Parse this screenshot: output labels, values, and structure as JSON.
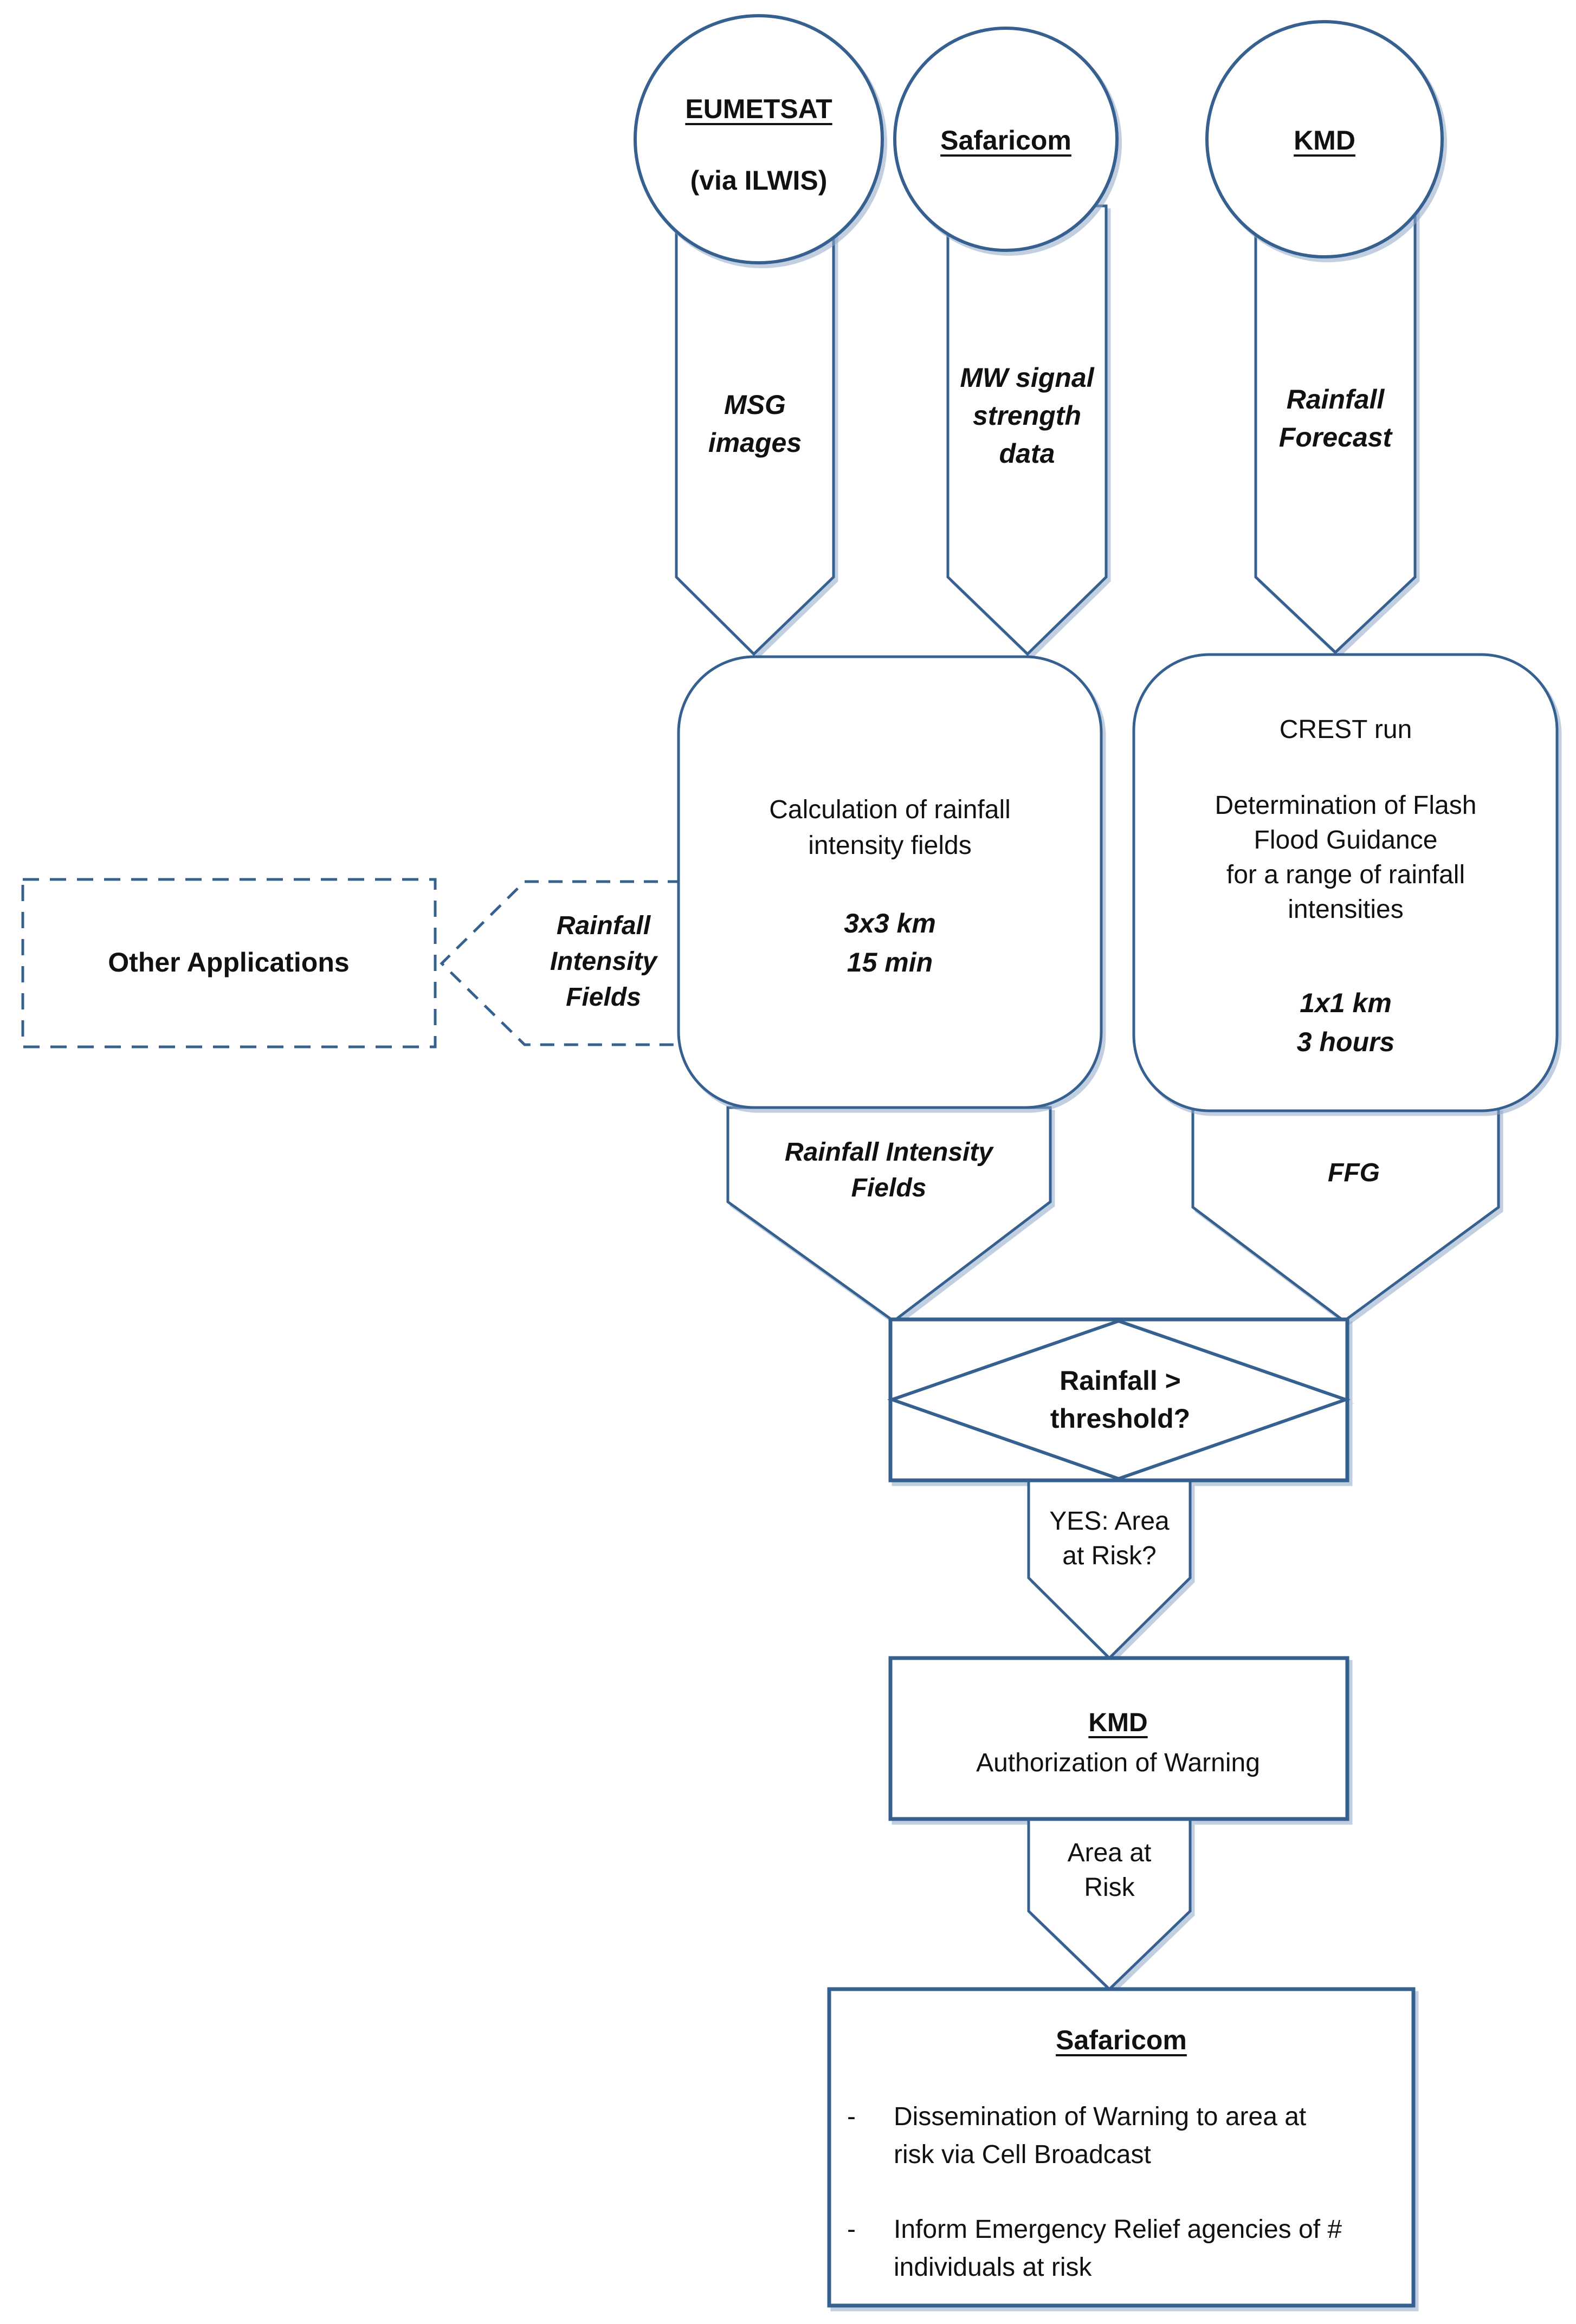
{
  "palette": {
    "line_color": "#35618F",
    "shadow_color": "#8FA9C9",
    "text_color": "#111111",
    "background": "#FFFFFF"
  },
  "sources": [
    {
      "title": "EUMETSAT",
      "subtitle": "(via ILWIS)"
    },
    {
      "title": "Safaricom"
    },
    {
      "title": "KMD"
    }
  ],
  "feeds": [
    {
      "label": "MSG\nimages"
    },
    {
      "label": "MW signal\nstrength\ndata"
    },
    {
      "label": "Rainfall\nForecast"
    }
  ],
  "process_boxes": {
    "calculation": {
      "line1": "Calculation of rainfall\nintensity fields",
      "detail": "3x3 km\n15 min"
    },
    "crest": {
      "line1": "CREST run",
      "line2": "Determination of Flash\nFlood Guidance\nfor a range of rainfall\nintensities",
      "detail": "1x1 km\n3 hours"
    }
  },
  "other_apps": {
    "label": "Other Applications",
    "arrow_label": "Rainfall\nIntensity\nFields"
  },
  "flows": {
    "rainfall_intensity": "Rainfall Intensity\nFields",
    "ffg": "FFG",
    "yes_area": "YES: Area\nat Risk?",
    "area_at_risk": "Area at\nRisk"
  },
  "decision": {
    "label": "Rainfall >\nthreshold?"
  },
  "kmd_box": {
    "title": "KMD",
    "subtitle": "Authorization of Warning"
  },
  "safaricom_box": {
    "title": "Safaricom",
    "bullet_marker": "-",
    "bullets": [
      {
        "text": "Dissemination of Warning to area at\nrisk via Cell Broadcast"
      },
      {
        "text": "Inform Emergency Relief agencies of #\nindividuals at risk"
      }
    ]
  }
}
